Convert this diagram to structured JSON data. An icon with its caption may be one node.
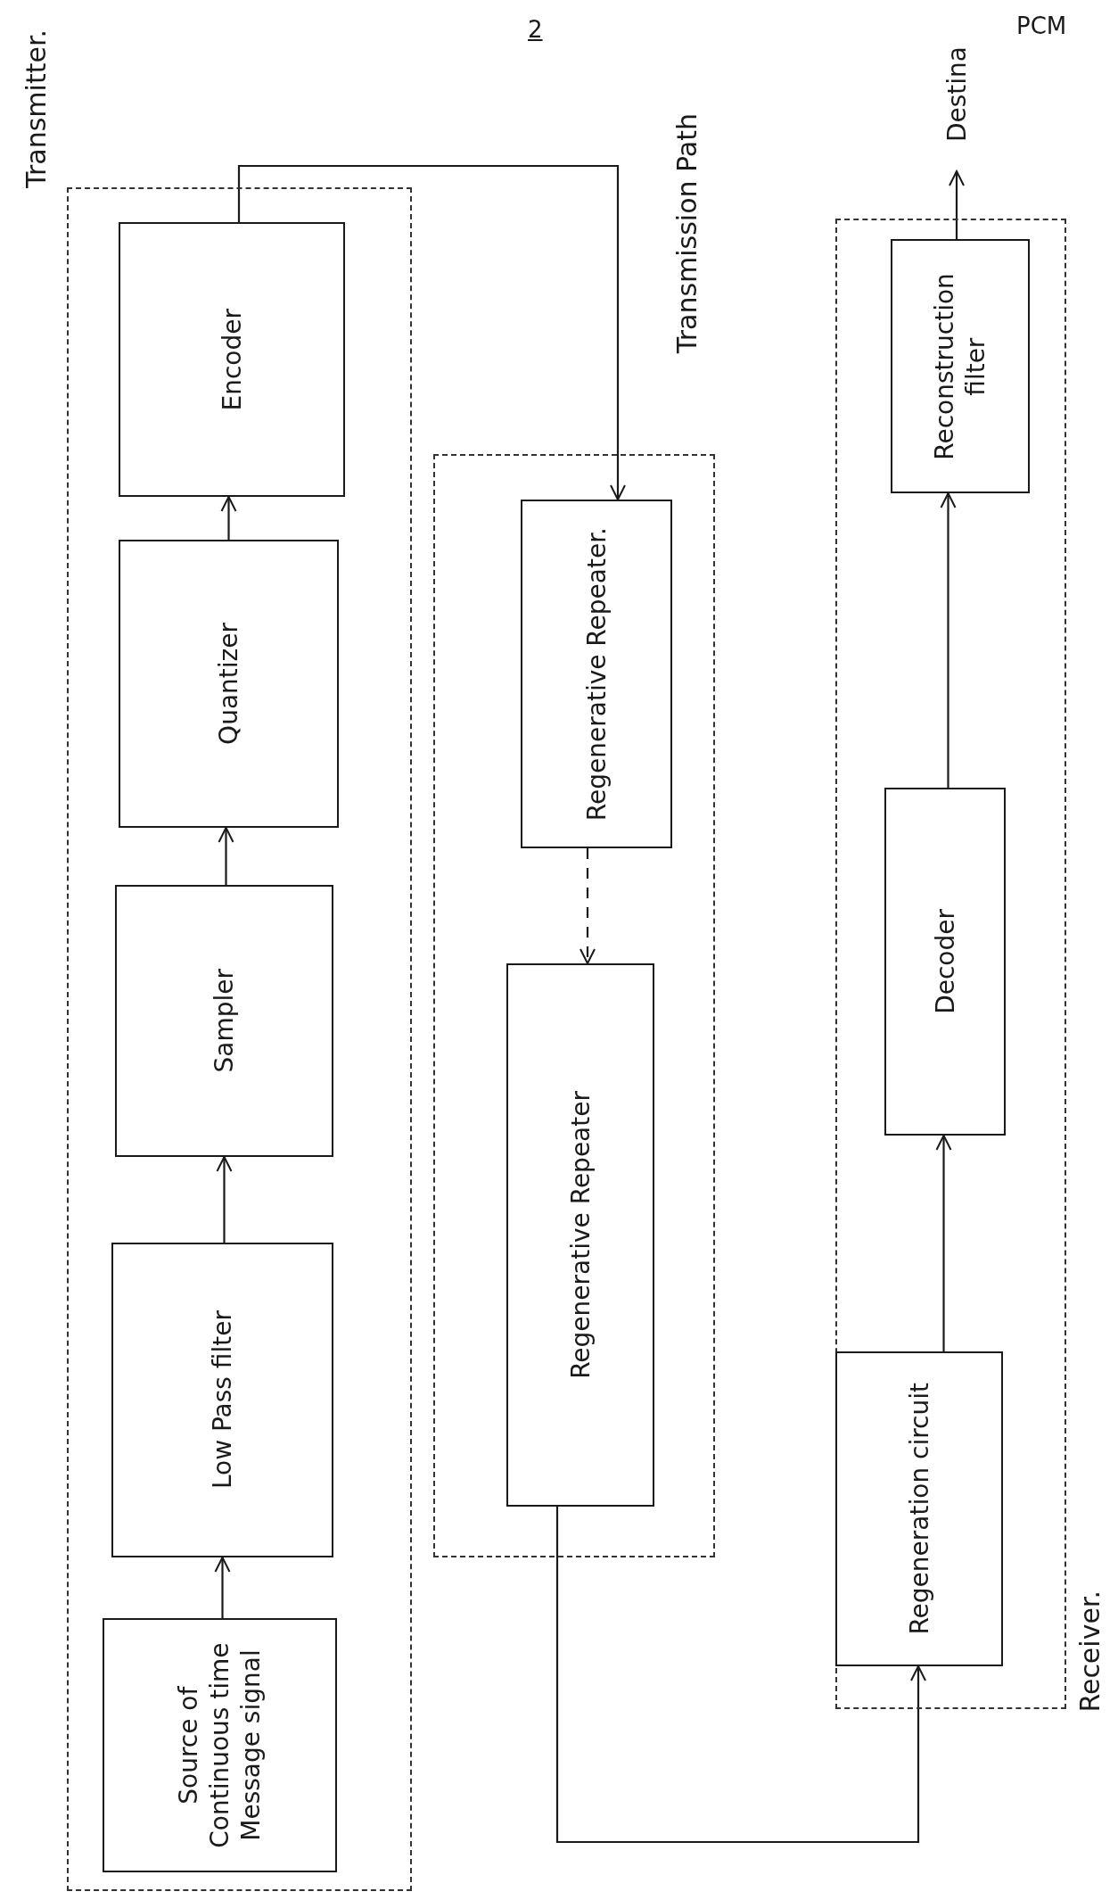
{
  "diagram": {
    "nodes": [
      {
        "text": [
          "Transmitter."
        ]
      },
      {
        "text": [
          "Source of Continuous time Message signal"
        ],
        "in": 0
      },
      {
        "text": [
          "Low Pass filter"
        ],
        "in": 0
      },
      {
        "text": [
          "Sampler"
        ],
        "in": 0
      },
      {
        "text": [
          "Quantizer"
        ],
        "in": 0
      },
      {
        "text": [
          "Encoder"
        ],
        "in": 0
      },
      {
        "text": [
          "Transmission Path"
        ]
      },
      {
        "text": [
          "Regenerative Repeater."
        ],
        "in": 6
      },
      {
        "text": [
          "Regenerative Repeater"
        ],
        "in": 6
      },
      {
        "text": [
          "Receiver."
        ]
      },
      {
        "text": [
          "Regeneration circuit"
        ],
        "in": 9
      },
      {
        "text": [
          "Decoder"
        ],
        "in": 9
      },
      {
        "text": [
          "Reconstruction filter"
        ],
        "in": 9
      },
      {
        "text": [
          "Destina"
        ]
      }
    ],
    "edges": [
      {
        "from": 1,
        "to": 2,
        "arrow": "to"
      },
      {
        "from": 2,
        "to": 3,
        "arrow": "to"
      },
      {
        "from": 3,
        "to": 4,
        "arrow": "to"
      },
      {
        "from": 4,
        "to": 5,
        "arrow": "to"
      },
      {
        "from": 5,
        "to": 7,
        "arrow": "to"
      },
      {
        "from": 7,
        "to": 8,
        "arrow": "to",
        "style": "dashed"
      },
      {
        "from": 8,
        "to": 10,
        "arrow": "to"
      },
      {
        "from": 10,
        "to": 11,
        "arrow": "to"
      },
      {
        "from": 11,
        "to": 12,
        "arrow": "to"
      },
      {
        "from": 12,
        "to": 13,
        "arrow": "to"
      }
    ],
    "labels": [
      "2",
      "PCM"
    ]
  }
}
